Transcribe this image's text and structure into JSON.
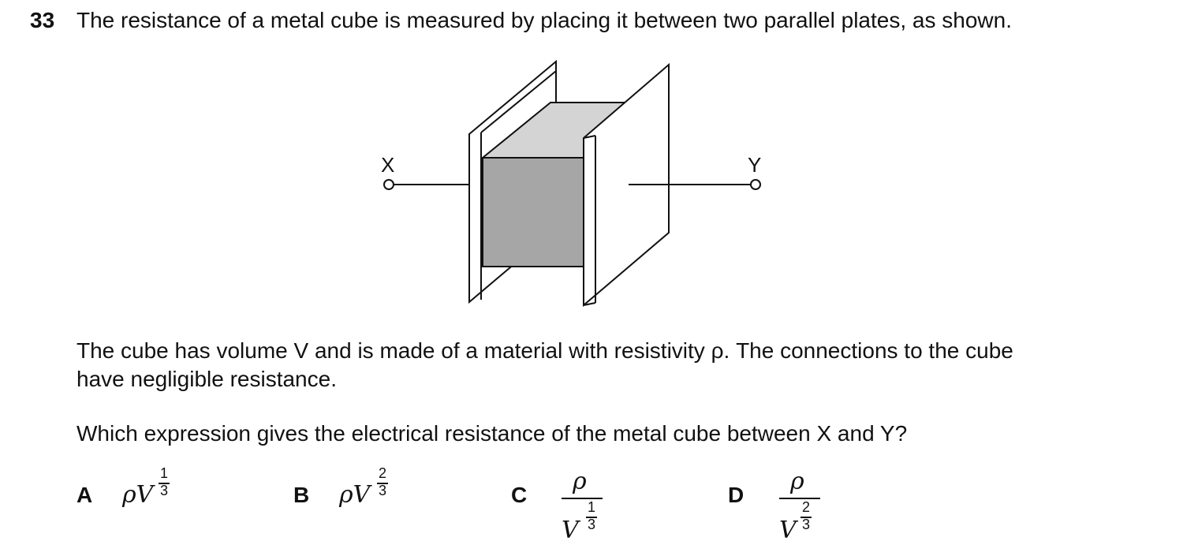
{
  "question": {
    "number": "33",
    "text": "The resistance of a metal cube is measured by placing it between two parallel plates, as shown."
  },
  "diagram": {
    "label_x": "X",
    "label_y": "Y",
    "colors": {
      "cube_front": "#a6a6a6",
      "cube_top": "#d4d4d4",
      "line": "#111111"
    }
  },
  "body": {
    "line1": "The cube has volume V and is made of a material with resistivity ρ. The connections to the cube",
    "line2": "have negligible resistance.",
    "prompt": "Which expression gives the electrical resistance of the metal cube between X and Y?"
  },
  "options": [
    {
      "letter": "A",
      "numerator": "ρV",
      "exp_num": "1",
      "exp_den": "3"
    },
    {
      "letter": "B",
      "numerator": "ρV",
      "exp_num": "2",
      "exp_den": "3"
    },
    {
      "letter": "C",
      "numerator": "ρ",
      "denominator": "V",
      "exp_num": "1",
      "exp_den": "3"
    },
    {
      "letter": "D",
      "numerator": "ρ",
      "denominator": "V",
      "exp_num": "2",
      "exp_den": "3"
    }
  ]
}
